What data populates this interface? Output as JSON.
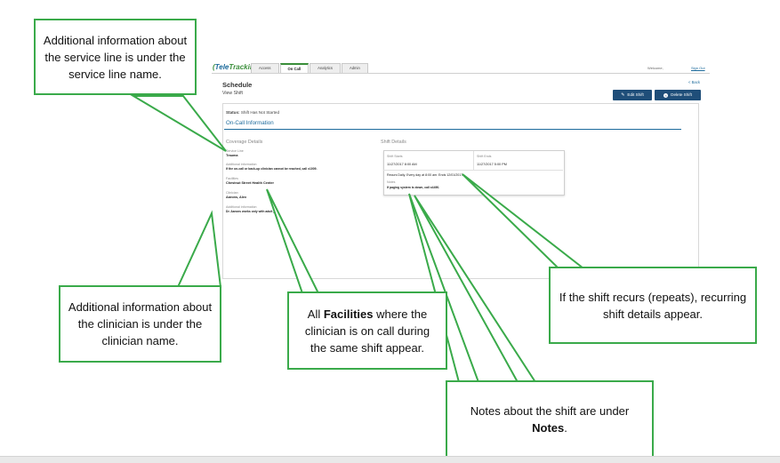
{
  "app": {
    "logo_prefix": "(",
    "logo_brand": "Tele",
    "logo_suffix": "Tracking",
    "tabs": [
      "Access",
      "On Call",
      "Analytics",
      "Admin"
    ],
    "active_tab": "On Call",
    "welcome": "Welcome,",
    "sign_out": "Sign Out",
    "back": "< Back",
    "page_title": "Schedule",
    "page_subtitle": "View Shift",
    "edit_shift": "Edit Shift",
    "delete_shift": "Delete Shift",
    "status_label": "Status:",
    "status_value": "Shift Has Not Started",
    "section_title": "On-Call Information",
    "coverage": {
      "heading": "Coverage Details",
      "service_line_label": "Service Line",
      "service_line_value": "Trauma",
      "additional_info_label": "Additional information",
      "service_line_info": "If the on-call or back-up clinician cannot be reached, call x1009.",
      "facilities_label": "Facilities",
      "facilities_value": "Chestnut Street Health Center",
      "clinician_label": "Clinician",
      "clinician_value": "Aarons, Alex",
      "clinician_info_label": "Additional information",
      "clinician_info": "Dr. Aarons works only with adult p..."
    },
    "shift": {
      "heading": "Shift Details",
      "starts_label": "Shift Starts",
      "starts_value": "11/27/2017 8:00 AM",
      "ends_label": "Shift Ends",
      "ends_value": "11/27/2017 5:00 PM",
      "recurs": "Recurs Daily. Every day at 8:00 am. Ends 12/01/2017",
      "notes_label": "Notes",
      "notes_value": "If paging system is down, call x4490."
    }
  },
  "callouts": {
    "service_line": "Additional information about the service line  is under the service line name.",
    "clinician": "Additional information about the clinician is under the clinician name.",
    "facilities_pre": "All ",
    "facilities_bold": "Facilities",
    "facilities_post": " where the clinician is on call during the same shift appear.",
    "recurs": "If the shift recurs (repeats), recurring shift details appear.",
    "notes_pre": "Notes about the shift are under ",
    "notes_bold": "Notes",
    "notes_post": "."
  },
  "colors": {
    "callout_border": "#3aaa4a",
    "brand_blue": "#1d6b9c",
    "button_navy": "#1f4e79",
    "brand_green": "#3a8e3a"
  },
  "icons": [
    "pencil-icon",
    "close-circle-icon"
  ]
}
